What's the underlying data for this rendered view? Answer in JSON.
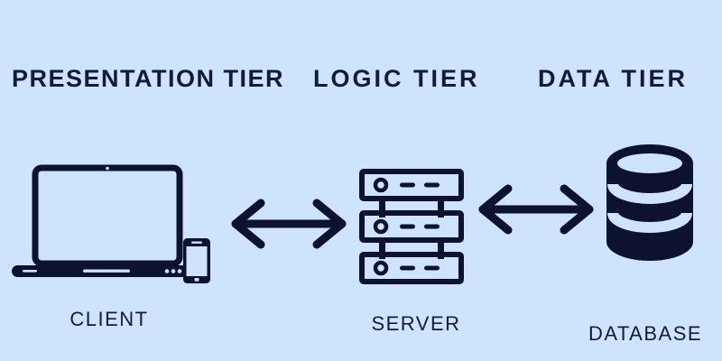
{
  "colors": {
    "background": "#cde4fc",
    "icon_ink": "#0d1230",
    "text_ink": "#141a3a"
  },
  "tiers": [
    {
      "heading": "PRESENTATION TIER",
      "label": "CLIENT",
      "icon": "laptop-and-phone-icon"
    },
    {
      "heading": "LOGIC TIER",
      "label": "SERVER",
      "icon": "server-rack-icon"
    },
    {
      "heading": "DATA TIER",
      "label": "DATABASE",
      "icon": "database-cylinder-icon"
    }
  ],
  "connectors": [
    {
      "name": "client-server-arrow",
      "type": "double-headed-arrow"
    },
    {
      "name": "server-database-arrow",
      "type": "double-headed-arrow"
    }
  ]
}
